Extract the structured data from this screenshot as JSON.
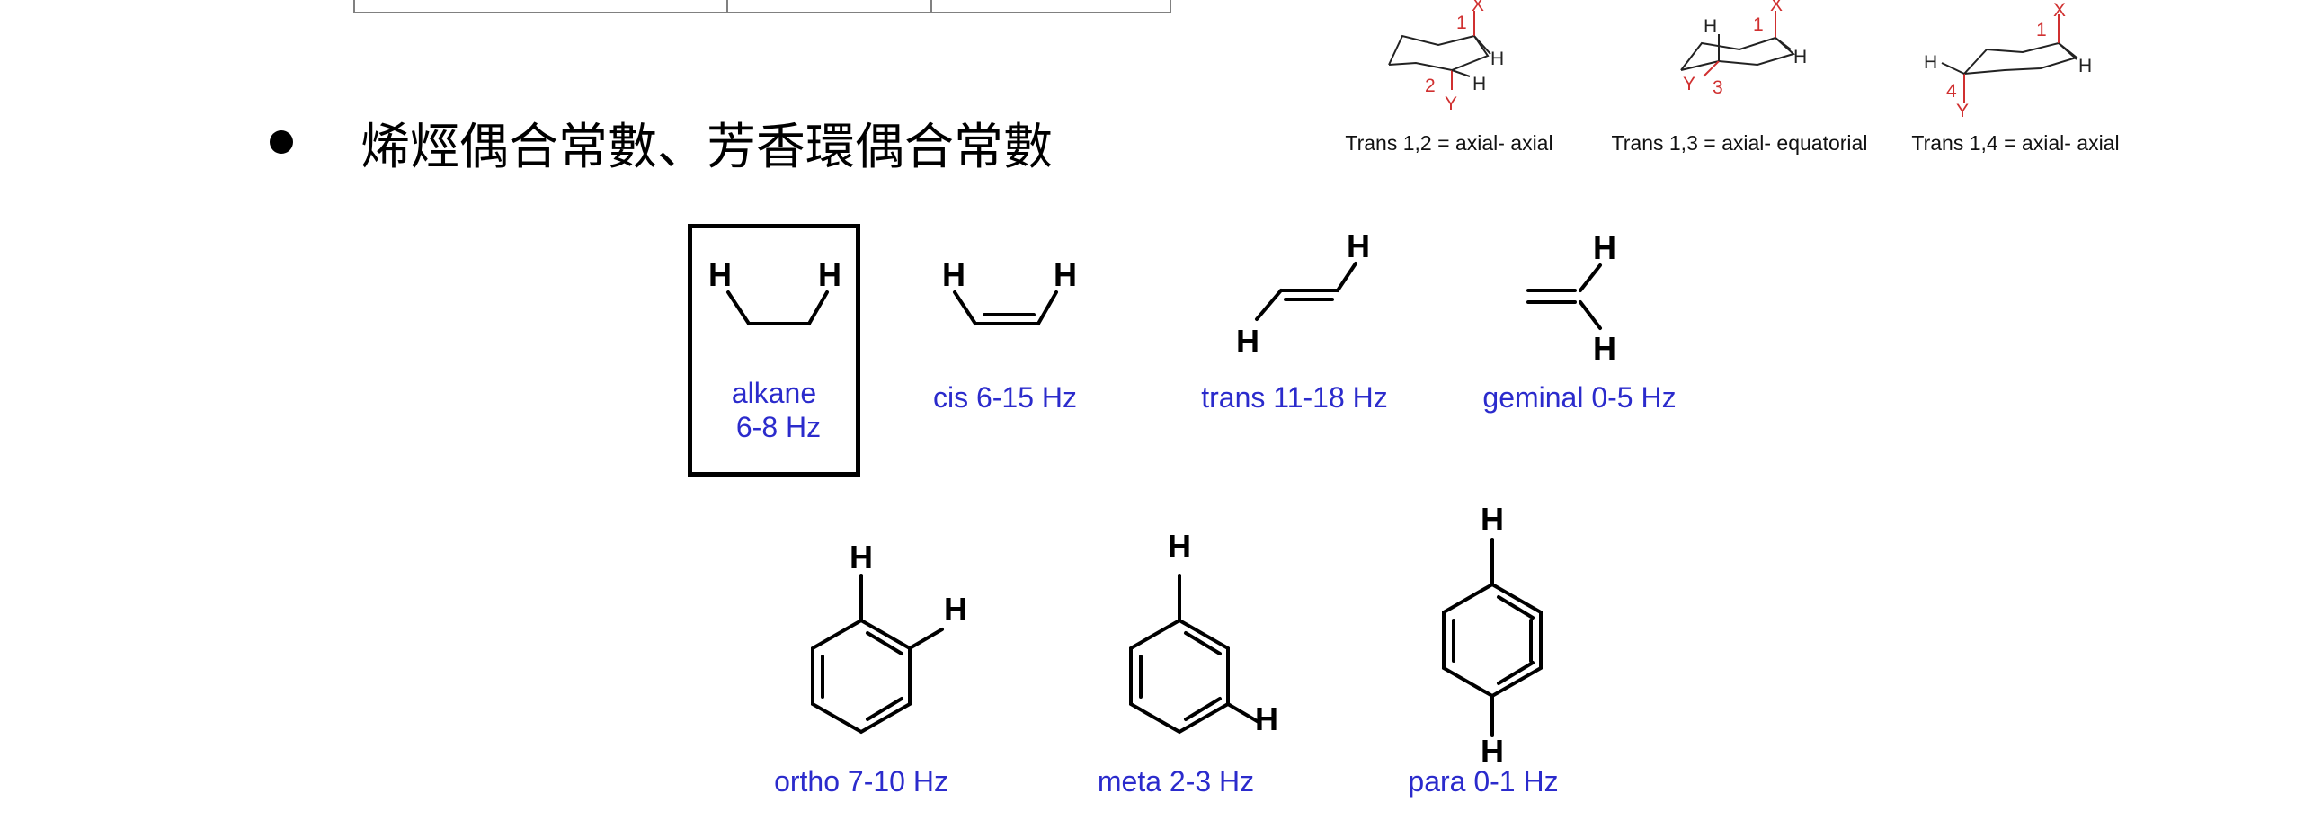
{
  "heading": {
    "text": "烯烴偶合常數、芳香環偶合常數"
  },
  "cyclohexane": [
    {
      "caption": "Trans 1,2 = axial- axial",
      "labels": {
        "n1": "1",
        "x": "X",
        "n2": "2",
        "y": "Y",
        "h1": "H",
        "h2": "H"
      }
    },
    {
      "caption": "Trans 1,3 = axial- equatorial",
      "labels": {
        "n1": "1",
        "x": "X",
        "n3": "3",
        "y": "Y",
        "h1": "H",
        "h2": "H"
      }
    },
    {
      "caption": "Trans 1,4 = axial- axial",
      "labels": {
        "n1": "1",
        "x": "X",
        "n4": "4",
        "y": "Y",
        "h1": "H",
        "h2": "H"
      }
    }
  ],
  "couplings": {
    "alkane": {
      "line1": "alkane",
      "line2": "6-8 Hz"
    },
    "cis": "cis 6-15 Hz",
    "trans": "trans 11-18 Hz",
    "geminal": "geminal 0-5 Hz",
    "ortho": "ortho 7-10 Hz",
    "meta": "meta 2-3 Hz",
    "para": "para 0-1 Hz"
  },
  "atom_h": "H",
  "colors": {
    "label_blue": "#2b2bcc",
    "substituent_red": "#d03030",
    "bond_black": "#000000"
  }
}
